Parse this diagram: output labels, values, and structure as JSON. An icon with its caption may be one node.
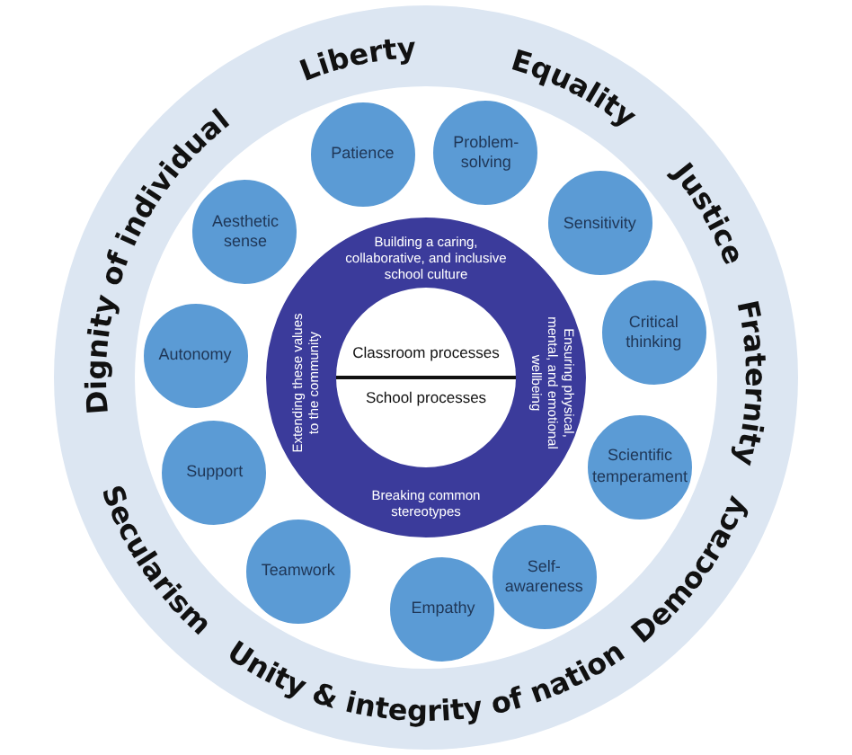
{
  "diagram": {
    "nodes": [
      {
        "text": [
          "Liberty",
          "Equality",
          "Justice",
          "Fraternity",
          "Democracy",
          "Unity & integrity of nation",
          "Dignity of individual",
          "Secularism"
        ]
      },
      {
        "text": [
          "Building a caring, collaborative, and inclusive school culture",
          "Ensuring physical, mental, and emotional wellbeing",
          "Breaking common stereotypes",
          "Extending these values to the community"
        ],
        "in": 0
      },
      {
        "text": [
          "Classroom processes",
          "School processes"
        ],
        "in": 1
      },
      {
        "text": [
          "Patience"
        ],
        "in": 0
      },
      {
        "text": [
          "Problem-solving"
        ],
        "in": 0
      },
      {
        "text": [
          "Sensitivity"
        ],
        "in": 0
      },
      {
        "text": [
          "Critical thinking"
        ],
        "in": 0
      },
      {
        "text": [
          "Scientific temperament"
        ],
        "in": 0
      },
      {
        "text": [
          "Self-awareness"
        ],
        "in": 0
      },
      {
        "text": [
          "Empathy"
        ],
        "in": 0
      },
      {
        "text": [
          "Teamwork"
        ],
        "in": 0
      },
      {
        "text": [
          "Support"
        ],
        "in": 0
      },
      {
        "text": [
          "Autonomy"
        ],
        "in": 0
      },
      {
        "text": [
          "Aesthetic sense"
        ],
        "in": 0
      }
    ]
  }
}
